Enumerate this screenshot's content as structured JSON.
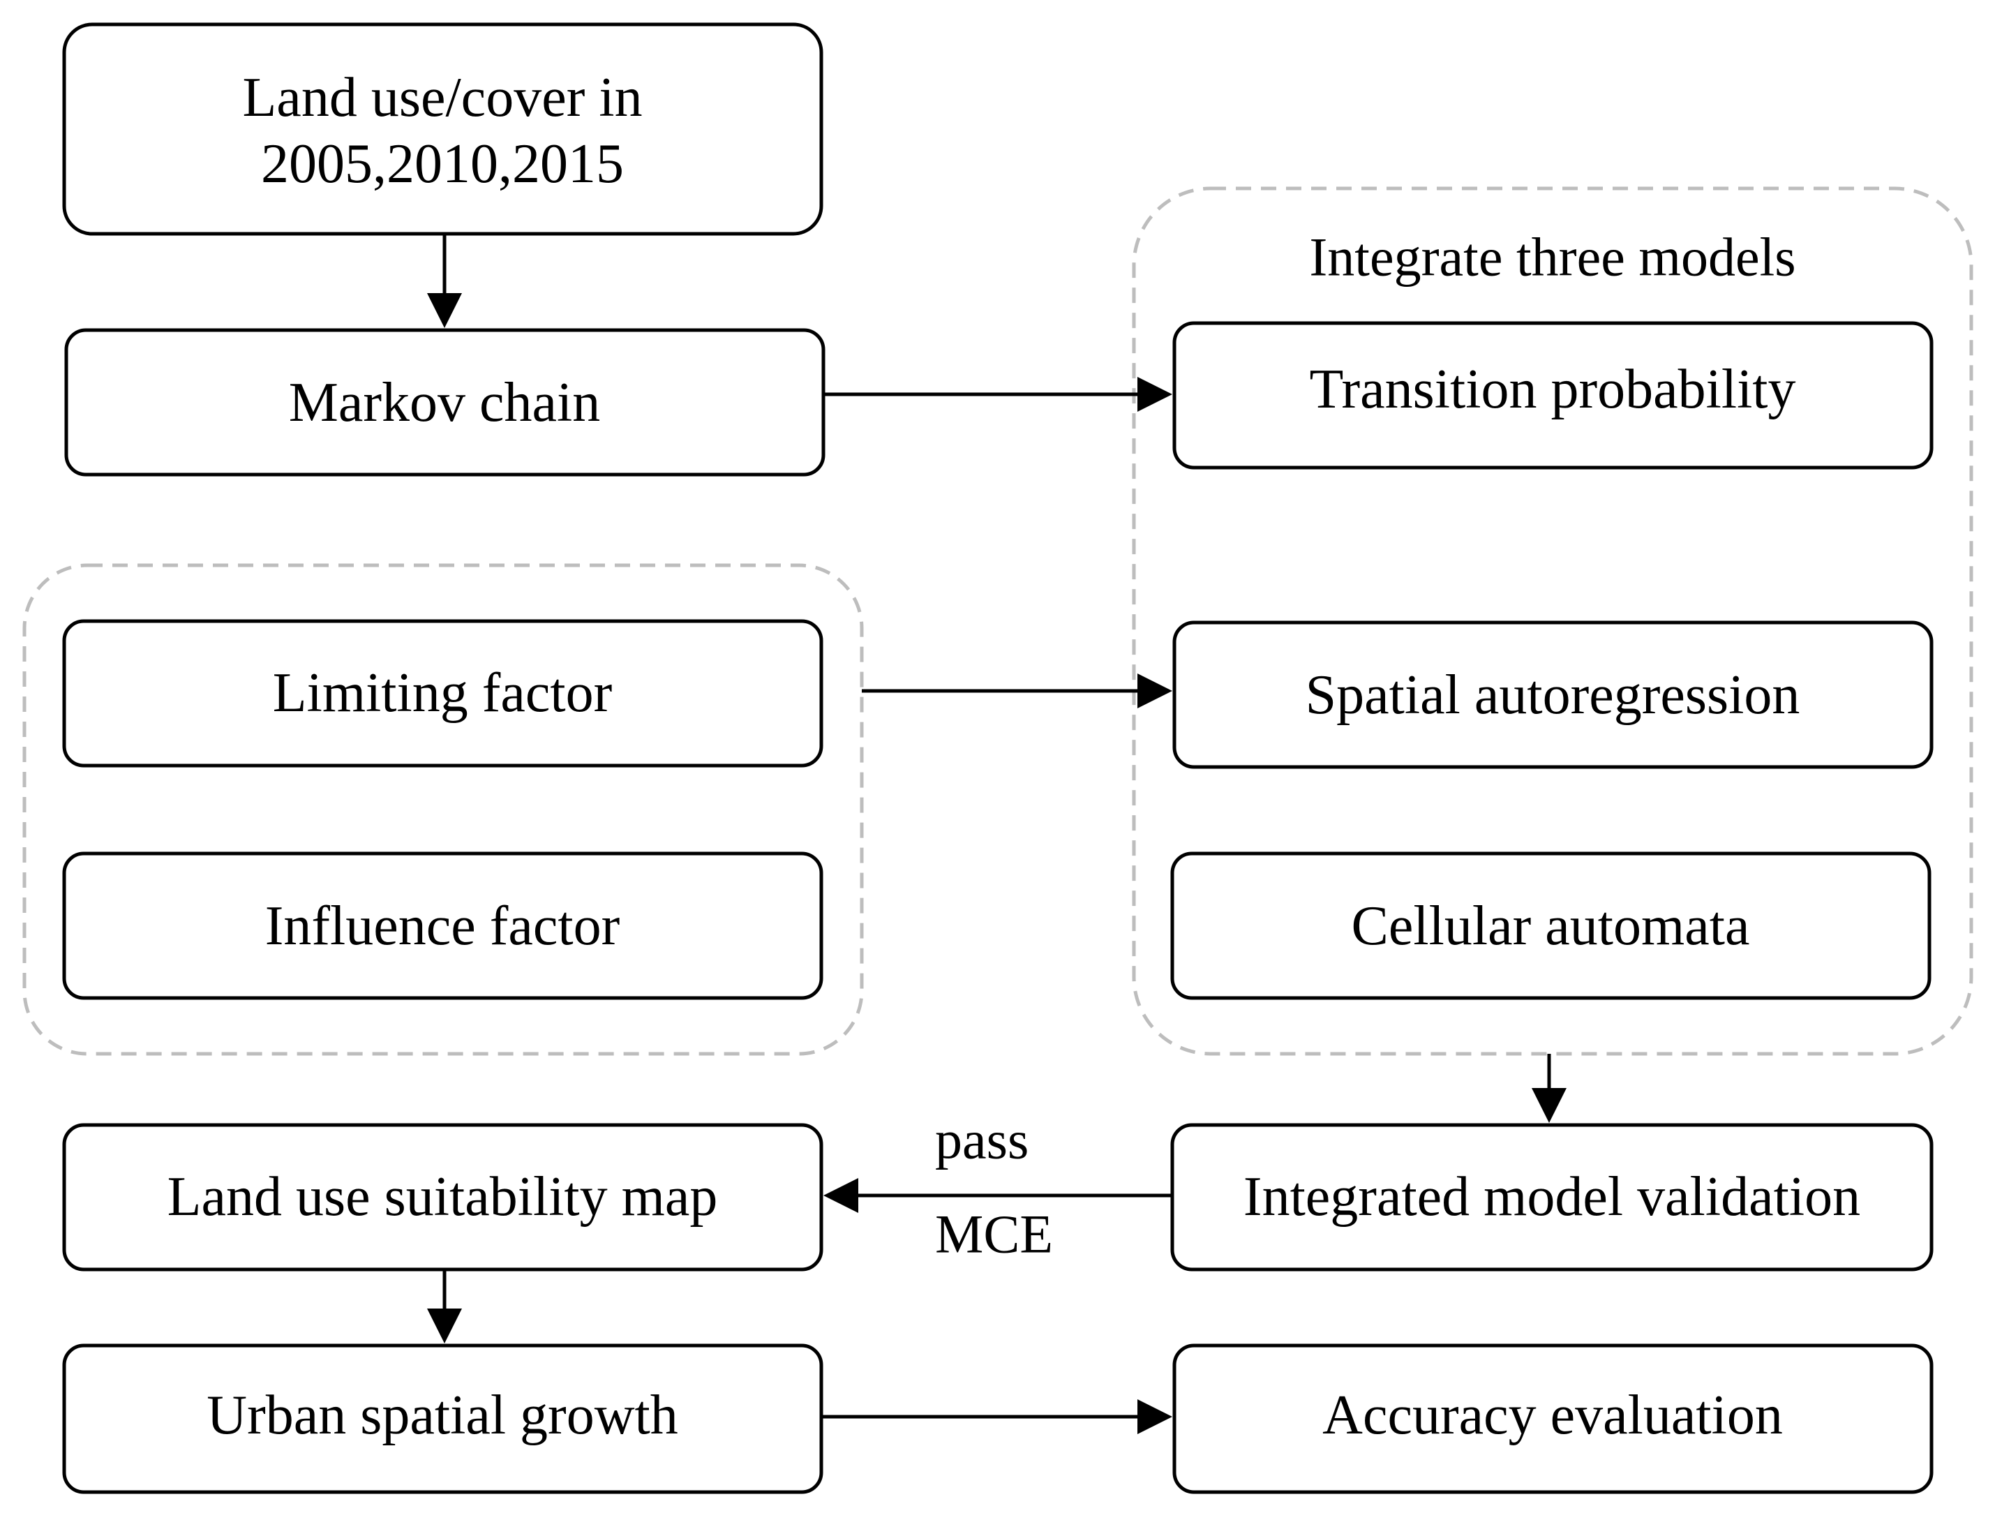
{
  "diagram": {
    "nodes": {
      "land_use_cover": {
        "line1": "Land use/cover in",
        "line2": "2005,2010,2015"
      },
      "markov_chain": "Markov chain",
      "limiting_factor": "Limiting factor",
      "influence_factor": "Influence factor",
      "transition_probability": "Transition probability",
      "spatial_autoregression": "Spatial autoregression",
      "cellular_automata": "Cellular automata",
      "integrated_model_validation": "Integrated model validation",
      "land_use_suitability_map": "Land use suitability map",
      "urban_spatial_growth": "Urban spatial growth",
      "accuracy_evaluation": "Accuracy evaluation"
    },
    "groups": {
      "integrate_models_title": "Integrate three models"
    },
    "edge_labels": {
      "pass": "pass",
      "mce": "MCE"
    },
    "colors": {
      "stroke": "#000000",
      "group_border": "#bdbdbd",
      "background": "#ffffff"
    }
  }
}
